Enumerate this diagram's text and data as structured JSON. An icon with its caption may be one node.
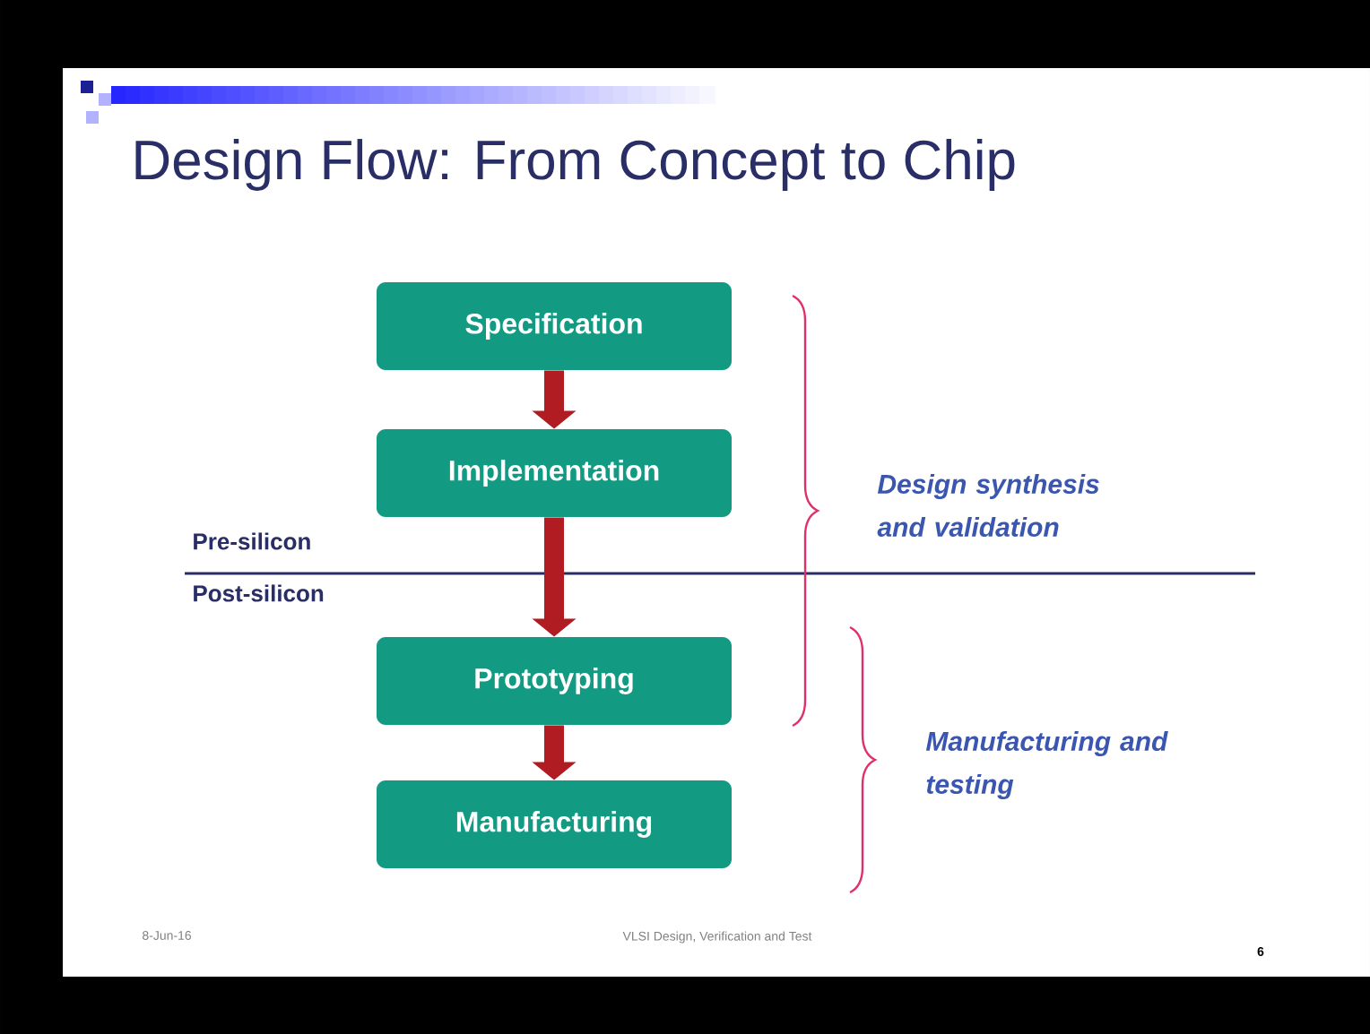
{
  "diagram": {
    "title": "Design Flow: From Concept to Chip",
    "nodes": [
      {
        "text": [
          "Specification"
        ]
      },
      {
        "text": [
          "Implementation"
        ]
      },
      {
        "text": [
          "Prototyping"
        ]
      },
      {
        "text": [
          "Manufacturing"
        ]
      }
    ],
    "edges": [
      {
        "from": 0,
        "to": 1,
        "arrow": "to"
      },
      {
        "from": 1,
        "to": 2,
        "arrow": "to"
      },
      {
        "from": 2,
        "to": 3,
        "arrow": "to"
      }
    ],
    "labels": [
      "Pre-silicon",
      "Post-silicon",
      "Design synthesis and validation",
      "Manufacturing and testing",
      "8-Jun-16",
      "VLSI Design, Verification and Test",
      "6"
    ]
  }
}
